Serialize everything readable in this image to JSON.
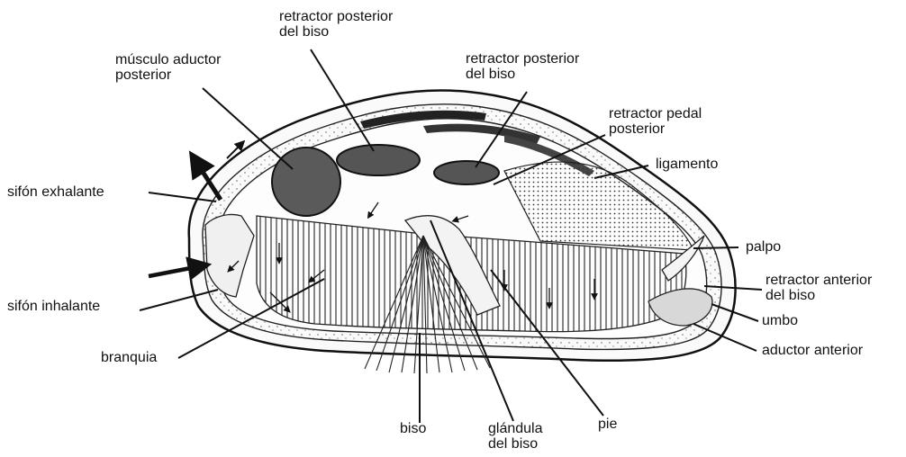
{
  "figure": {
    "subject": "mussel internal anatomy",
    "colors": {
      "ink": "#1a1a1a",
      "muscle_fill": "#5a5a5a",
      "shell_fill": "#e6e6e6",
      "paper": "#ffffff"
    }
  },
  "labels": {
    "retractor_posterior_1": "retractor posterior\ndel biso",
    "musculo_aductor": "músculo aductor\nposterior",
    "retractor_posterior_2": "retractor posterior\ndel biso",
    "retractor_pedal": "retractor pedal\nposterior",
    "ligamento": "ligamento",
    "sifon_exhalante": "sifón exhalante",
    "palpo": "palpo",
    "retractor_anterior": "retractor anterior\ndel biso",
    "sifon_inhalante": "sifón inhalante",
    "umbo": "umbo",
    "aductor_anterior": "aductor anterior",
    "branquia": "branquia",
    "biso": "biso",
    "glandula": "glándula\ndel biso",
    "pie": "pie"
  }
}
